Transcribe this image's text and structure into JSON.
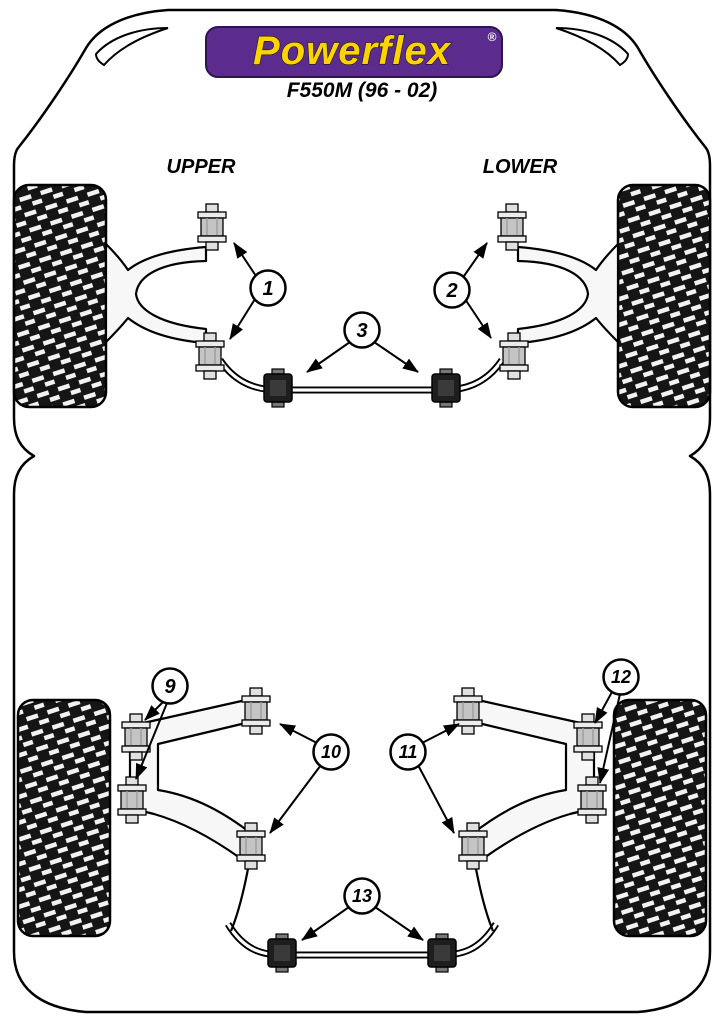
{
  "brand": {
    "logo_text": "Powerflex",
    "registered_mark": "®",
    "model_label": "F550M (96 - 02)"
  },
  "sections": {
    "front_upper_label": "UPPER",
    "front_lower_label": "LOWER"
  },
  "callouts": {
    "c1": "1",
    "c2": "2",
    "c3": "3",
    "c9": "9",
    "c10": "10",
    "c11": "11",
    "c12": "12",
    "c13": "13"
  },
  "colors": {
    "logo_background": "#5b2b8d",
    "logo_text": "#ffd300",
    "outline": "#000000",
    "tire_black": "#151515",
    "tread_white": "#f2f2f2",
    "arm_fill": "#f7f7f7"
  }
}
